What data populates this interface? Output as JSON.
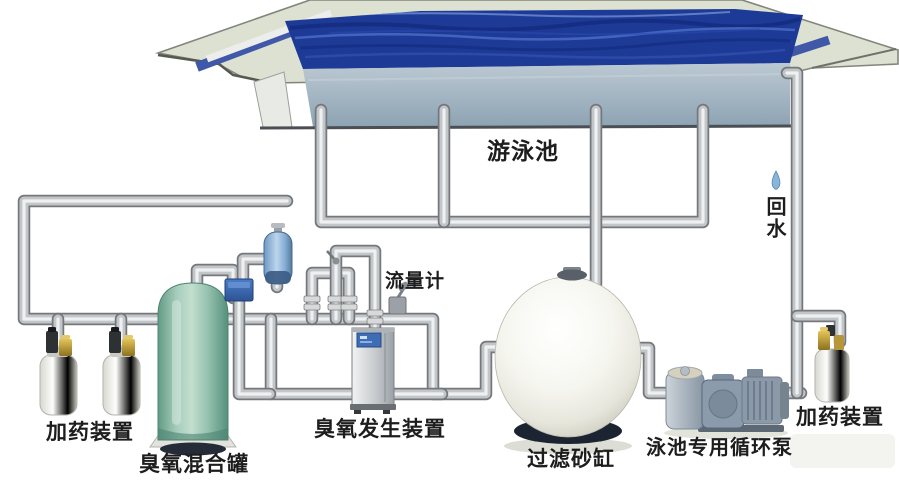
{
  "diagram_title": "swimming-pool ozone water treatment circulation system",
  "components": [
    {
      "name": "swimming-pool",
      "label": "游泳池"
    },
    {
      "name": "return-water-pipe",
      "label": "回水"
    },
    {
      "name": "flow-meter",
      "label": "流量计"
    },
    {
      "name": "dosing-device-left",
      "label": "加药装置"
    },
    {
      "name": "ozone-mixing-tank",
      "label": "臭氧混合罐"
    },
    {
      "name": "ozone-generator",
      "label": "臭氧发生装置"
    },
    {
      "name": "sand-filter",
      "label": "过滤砂缸"
    },
    {
      "name": "circulation-pump",
      "label": "泳池专用循环泵"
    },
    {
      "name": "dosing-device-right",
      "label": "加药装置"
    }
  ],
  "colors": {
    "pool_water": "#1d3a96",
    "pool_deck": "#dce1d1",
    "pool_wall": "#a9bcc9",
    "gutter_tile_blue": "#4058a8",
    "pipe_metal": "#c2c6c9",
    "mixing_tank_green": "#9cc6b4",
    "device_blue": "#3f6db5",
    "sand_filter_white": "#f4f4ee",
    "pump_slate": "#8b99a8",
    "dosing_brass": "#c9a93c",
    "label_text": "#1d1d1d"
  }
}
